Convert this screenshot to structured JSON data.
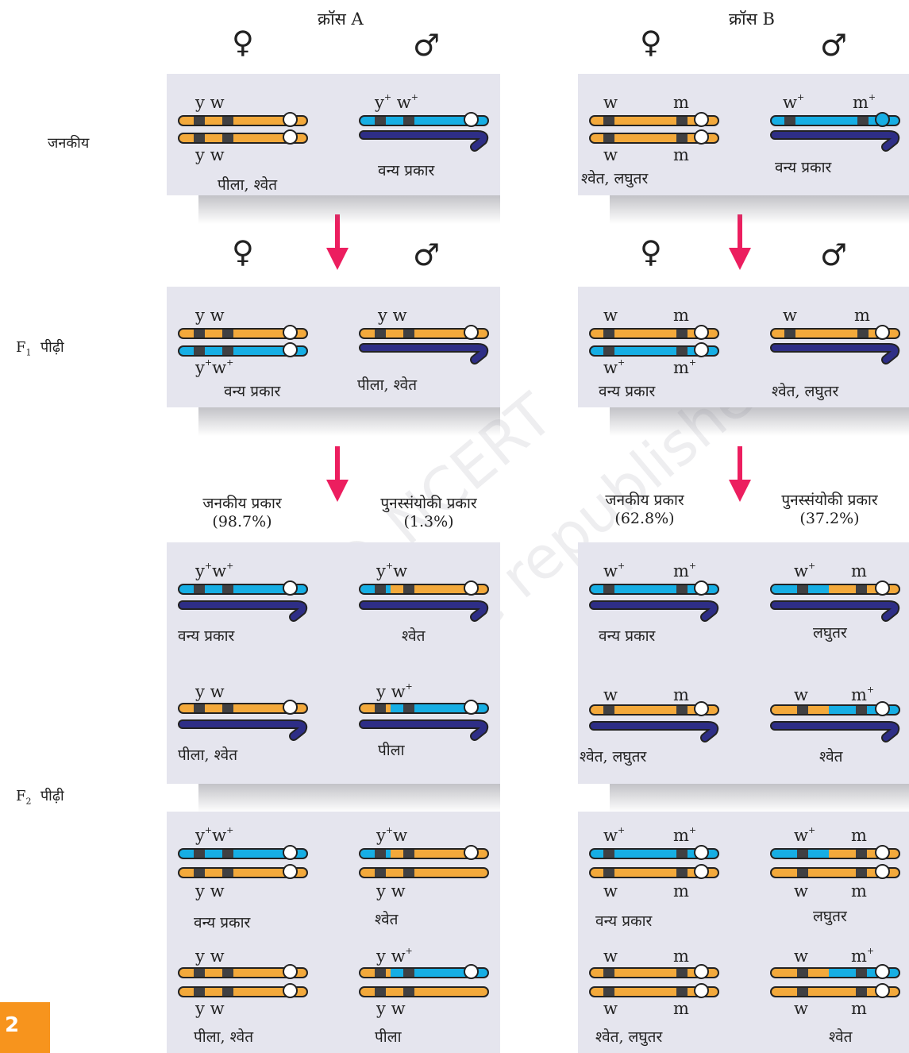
{
  "crosses": [
    {
      "label": "क्रॉस A"
    },
    {
      "label": "क्रॉस B"
    }
  ],
  "symbols": {
    "female": "♀",
    "male": "♂"
  },
  "rows": {
    "parental": "जनकीय",
    "f1": "पीढ़ी",
    "f1_prefix": "F",
    "f1_sub": "1",
    "f2": "पीढ़ी",
    "f2_prefix": "F",
    "f2_sub": "2"
  },
  "headers": {
    "a_parental": "जनकीय प्रकार",
    "a_parental_pct": "(98.7%)",
    "a_recomb": "पुनस्संयोकी प्रकार",
    "a_recomb_pct": "(1.3%)",
    "b_parental": "जनकीय प्रकार",
    "b_parental_pct": "(62.8%)",
    "b_recomb": "पुनस्संयोकी प्रकार",
    "b_recomb_pct": "(37.2%)"
  },
  "captions": {
    "yellow_white": "पीला, श्वेत",
    "wild_type": "वन्य प्रकार",
    "white_miniature": "श्वेत, लघुतर",
    "white": "श्वेत",
    "yellow": "पीला",
    "miniature": "लघुतर"
  },
  "alleles": {
    "y": "y",
    "w": "w",
    "m": "m",
    "plus": "+"
  },
  "colors": {
    "orange_chromosome": "#f3a93b",
    "blue_chromosome": "#16aee4",
    "y_chromosome": "#2e2e86",
    "arrow": "#ec1e5f",
    "band": "#404042",
    "panel": "#e5e5ee"
  },
  "watermark": {
    "line1": "© NCERT",
    "line2": "not to be republished"
  },
  "page": {
    "number": "2"
  }
}
